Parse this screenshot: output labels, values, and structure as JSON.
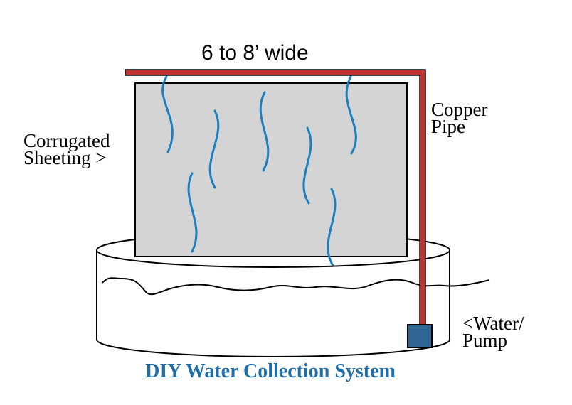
{
  "diagram": {
    "width_label": "6 to 8’ wide",
    "sheeting_label": [
      "Corrugated",
      "Sheeting >"
    ],
    "pipe_label": [
      "Copper",
      "Pipe"
    ],
    "pump_label": [
      "<Water/",
      "Pump"
    ],
    "title": "DIY Water Collection System"
  },
  "colors": {
    "pipe": "#c0302c",
    "sheeting": "#d4d4d4",
    "water_lines": "#1c7fc0",
    "pump": "#2f6592",
    "title": "#1f6ea8",
    "outline": "#000000"
  },
  "icons": {
    "tank": "water-tank-icon",
    "sheeting": "corrugated-sheeting-icon",
    "pipe": "copper-pipe-icon",
    "pump": "water-pump-icon"
  }
}
